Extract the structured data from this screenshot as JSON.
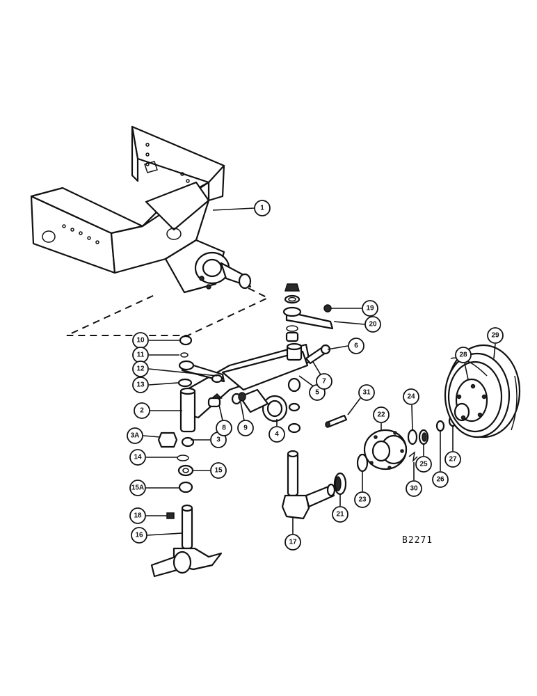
{
  "drawing_code": "B2271",
  "callouts": {
    "c1": "1",
    "c2": "2",
    "c3": "3",
    "c3a": "3A",
    "c4": "4",
    "c5": "5",
    "c6": "6",
    "c7": "7",
    "c8": "8",
    "c9": "9",
    "c10": "10",
    "c11": "11",
    "c12": "12",
    "c13": "13",
    "c14": "14",
    "c15": "15",
    "c15a": "15A",
    "c16": "16",
    "c17": "17",
    "c18": "18",
    "c19": "19",
    "c20": "20",
    "c21": "21",
    "c22": "22",
    "c23": "23",
    "c24": "24",
    "c25": "25",
    "c26": "26",
    "c27": "27",
    "c28": "28",
    "c29": "29",
    "c30": "30",
    "c31": "31"
  }
}
